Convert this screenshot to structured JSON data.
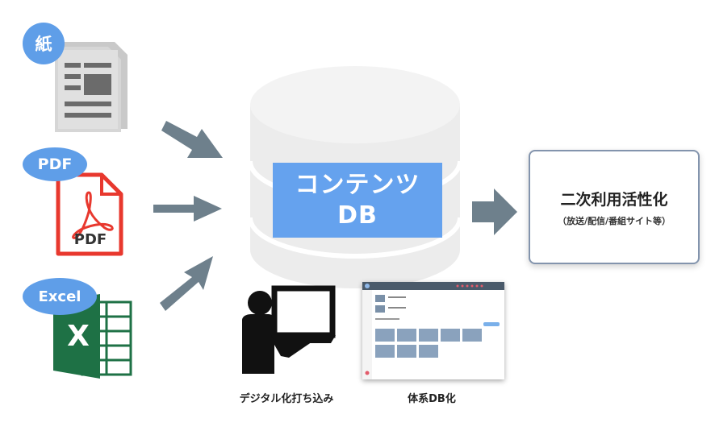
{
  "sources": {
    "paper": {
      "badge": "紙",
      "icon": "newspaper-icon"
    },
    "pdf": {
      "badge": "PDF",
      "icon_text": "PDF",
      "icon": "pdf-file-icon"
    },
    "excel": {
      "badge": "Excel",
      "icon_letter": "X",
      "icon": "excel-icon"
    }
  },
  "database": {
    "line1": "コンテンツ",
    "line2": "DB"
  },
  "output": {
    "title": "二次利用活性化",
    "subtitle": "（放送/配信/番組サイト等）"
  },
  "captions": {
    "digitize": "デジタル化打ち込み",
    "systemize": "体系DB化"
  },
  "colors": {
    "accent": "#65a2ee",
    "badge": "#5f9ee8",
    "arrow": "#6e808c",
    "db": "#ececec",
    "excel": "#1e7145",
    "pdf": "#e8382e"
  }
}
